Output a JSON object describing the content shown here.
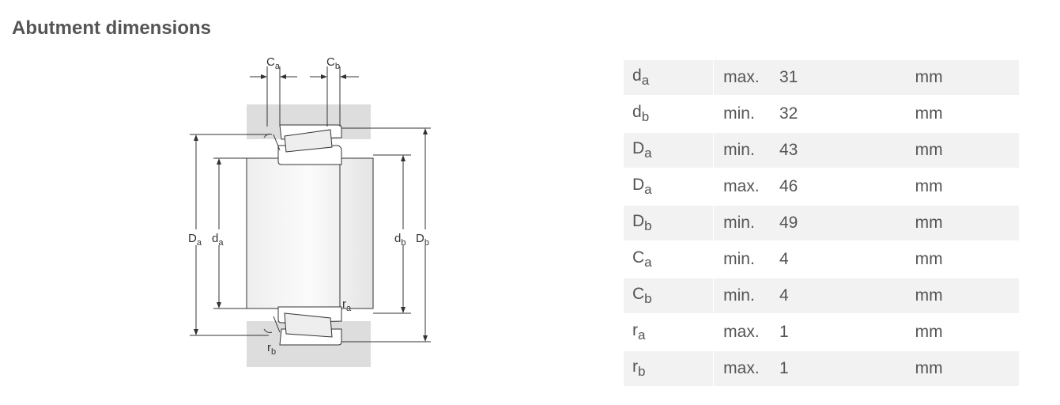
{
  "page": {
    "title": "Abutment dimensions"
  },
  "diagram": {
    "labels": {
      "Ca": {
        "base": "C",
        "sub": "a"
      },
      "Cb": {
        "base": "C",
        "sub": "b"
      },
      "Da": {
        "base": "D",
        "sub": "a"
      },
      "da": {
        "base": "d",
        "sub": "a"
      },
      "db": {
        "base": "d",
        "sub": "b"
      },
      "Db": {
        "base": "D",
        "sub": "b"
      },
      "ra": {
        "base": "r",
        "sub": "a"
      },
      "rb": {
        "base": "r",
        "sub": "b"
      }
    }
  },
  "table": {
    "rows": [
      {
        "symbol": "d",
        "sub": "a",
        "qualifier": "max.",
        "value": "31",
        "unit": "mm"
      },
      {
        "symbol": "d",
        "sub": "b",
        "qualifier": "min.",
        "value": "32",
        "unit": "mm"
      },
      {
        "symbol": "D",
        "sub": "a",
        "qualifier": "min.",
        "value": "43",
        "unit": "mm"
      },
      {
        "symbol": "D",
        "sub": "a",
        "qualifier": "max.",
        "value": "46",
        "unit": "mm"
      },
      {
        "symbol": "D",
        "sub": "b",
        "qualifier": "min.",
        "value": "49",
        "unit": "mm"
      },
      {
        "symbol": "C",
        "sub": "a",
        "qualifier": "min.",
        "value": "4",
        "unit": "mm"
      },
      {
        "symbol": "C",
        "sub": "b",
        "qualifier": "min.",
        "value": "4",
        "unit": "mm"
      },
      {
        "symbol": "r",
        "sub": "a",
        "qualifier": "max.",
        "value": "1",
        "unit": "mm"
      },
      {
        "symbol": "r",
        "sub": "b",
        "qualifier": "max.",
        "value": "1",
        "unit": "mm"
      }
    ]
  }
}
